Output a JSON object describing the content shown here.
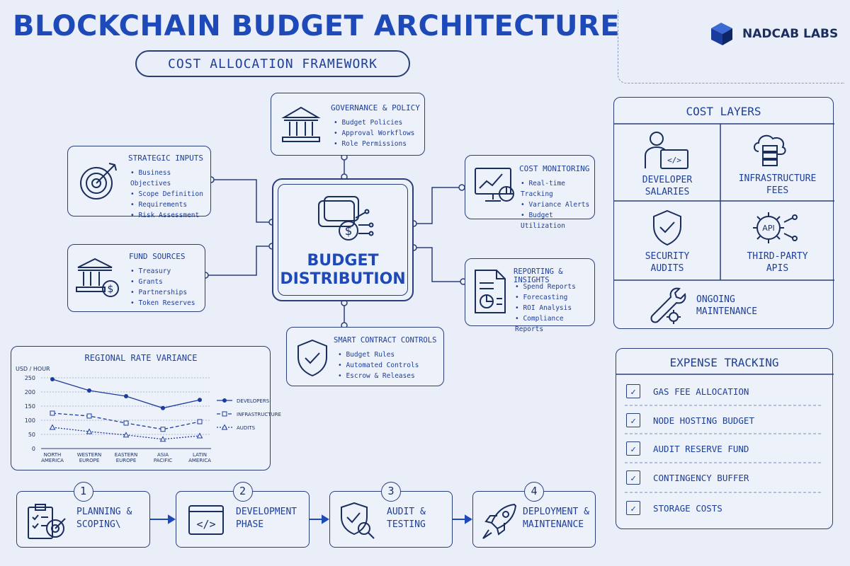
{
  "header": {
    "title": "BLOCKCHAIN BUDGET ARCHITECTURE",
    "subtitle": "COST ALLOCATION FRAMEWORK",
    "brand": "NADCAB LABS"
  },
  "center": {
    "line1": "BUDGET",
    "line2": "DISTRIBUTION"
  },
  "nodes": {
    "governance": {
      "title": "GOVERNANCE & POLICY",
      "items": [
        "Budget Policies",
        "Approval Workflows",
        "Role Permissions"
      ]
    },
    "strategic": {
      "title": "STRATEGIC INPUTS",
      "items": [
        "Business Objectives",
        "Scope Definition",
        "Requirements",
        "Risk Assessment"
      ]
    },
    "fund": {
      "title": "FUND SOURCES",
      "items": [
        "Treasury",
        "Grants",
        "Partnerships",
        "Token Reserves"
      ]
    },
    "monitoring": {
      "title": "COST MONITORING",
      "items": [
        "Real-time Tracking",
        "Variance Alerts",
        "Budget Utilization"
      ]
    },
    "reporting": {
      "title": "REPORTING & INSIGHTS",
      "items": [
        "Spend Reports",
        "Forecasting",
        "ROI Analysis",
        "Compliance Reports"
      ]
    },
    "smart": {
      "title": "SMART CONTRACT CONTROLS",
      "items": [
        "Budget Rules",
        "Automated Controls",
        "Escrow & Releases"
      ]
    }
  },
  "cost_layers": {
    "title": "COST LAYERS",
    "cells": [
      {
        "line1": "DEVELOPER",
        "line2": "SALARIES"
      },
      {
        "line1": "INFRASTRUCTURE",
        "line2": "FEES"
      },
      {
        "line1": "SECURITY",
        "line2": "AUDITS"
      },
      {
        "line1": "THIRD-PARTY",
        "line2": "APIS"
      },
      {
        "line1": "ONGOING",
        "line2": "MAINTENANCE"
      }
    ]
  },
  "expense": {
    "title": "EXPENSE TRACKING",
    "items": [
      "GAS FEE ALLOCATION",
      "NODE HOSTING BUDGET",
      "AUDIT RESERVE FUND",
      "CONTINGENCY BUFFER",
      "STORAGE COSTS"
    ]
  },
  "steps": [
    {
      "num": "1",
      "line1": "PLANNING &",
      "line2": "SCOPING\\"
    },
    {
      "num": "2",
      "line1": "DEVELOPMENT",
      "line2": "PHASE"
    },
    {
      "num": "3",
      "line1": "AUDIT &",
      "line2": "TESTING"
    },
    {
      "num": "4",
      "line1": "DEPLOYMENT &",
      "line2": "MAINTENANCE"
    }
  ],
  "colors": {
    "primary": "#1e49b8",
    "stroke": "#2a3f7a",
    "bg": "#e9eef8"
  },
  "chart_data": {
    "type": "line",
    "title": "REGIONAL RATE VARIANCE",
    "ylabel": "USD / HOUR",
    "ylim": [
      0,
      250
    ],
    "yticks": [
      "0",
      "50",
      "100",
      "150",
      "200",
      "250"
    ],
    "categories": [
      [
        "NORTH",
        "AMERICA"
      ],
      [
        "WESTERN",
        "EUROPE"
      ],
      [
        "EASTERN",
        "EUROPE"
      ],
      [
        "ASIA",
        "PACIFIC"
      ],
      [
        "LATIN",
        "AMERICA"
      ]
    ],
    "series": [
      {
        "name": "DEVELOPERS",
        "values": [
          245,
          205,
          185,
          143,
          172
        ]
      },
      {
        "name": "INFRASTRUCTURE",
        "values": [
          125,
          115,
          90,
          68,
          95
        ]
      },
      {
        "name": "AUDITS",
        "values": [
          75,
          60,
          48,
          33,
          45
        ]
      }
    ]
  }
}
